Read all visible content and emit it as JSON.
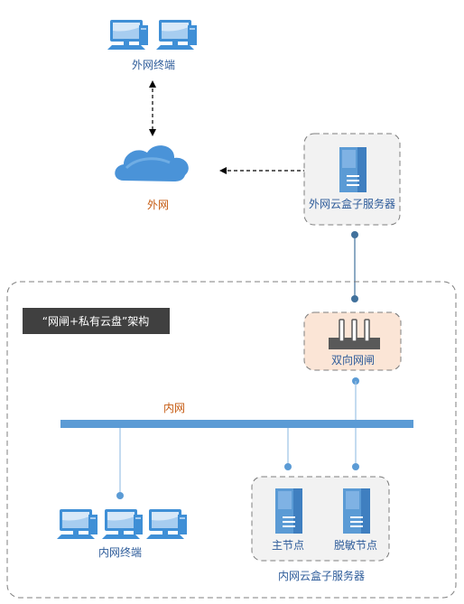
{
  "labels": {
    "external_terminal": "外网终端",
    "external_network": "外网",
    "external_server": "外网云盒子服务器",
    "architecture_title": "“网闸+私有云盘”架构",
    "gateway": "双向网闸",
    "internal_network": "内网",
    "internal_terminal": "内网终端",
    "master_node": "主节点",
    "desensitize_node": "脱敏节点",
    "internal_server": "内网云盒子服务器"
  },
  "colors": {
    "network_blue": "#5b9bd5",
    "computer_blue": "#3f8fd6",
    "label_blue": "#2e5c9a",
    "label_orange": "#c55a11",
    "box_fill": "#f2f2f2",
    "gateway_fill": "#fbe5d6",
    "title_bg": "#404040"
  },
  "icons": [
    "computer-icon",
    "cloud-icon",
    "server-icon",
    "gateway-icon"
  ]
}
